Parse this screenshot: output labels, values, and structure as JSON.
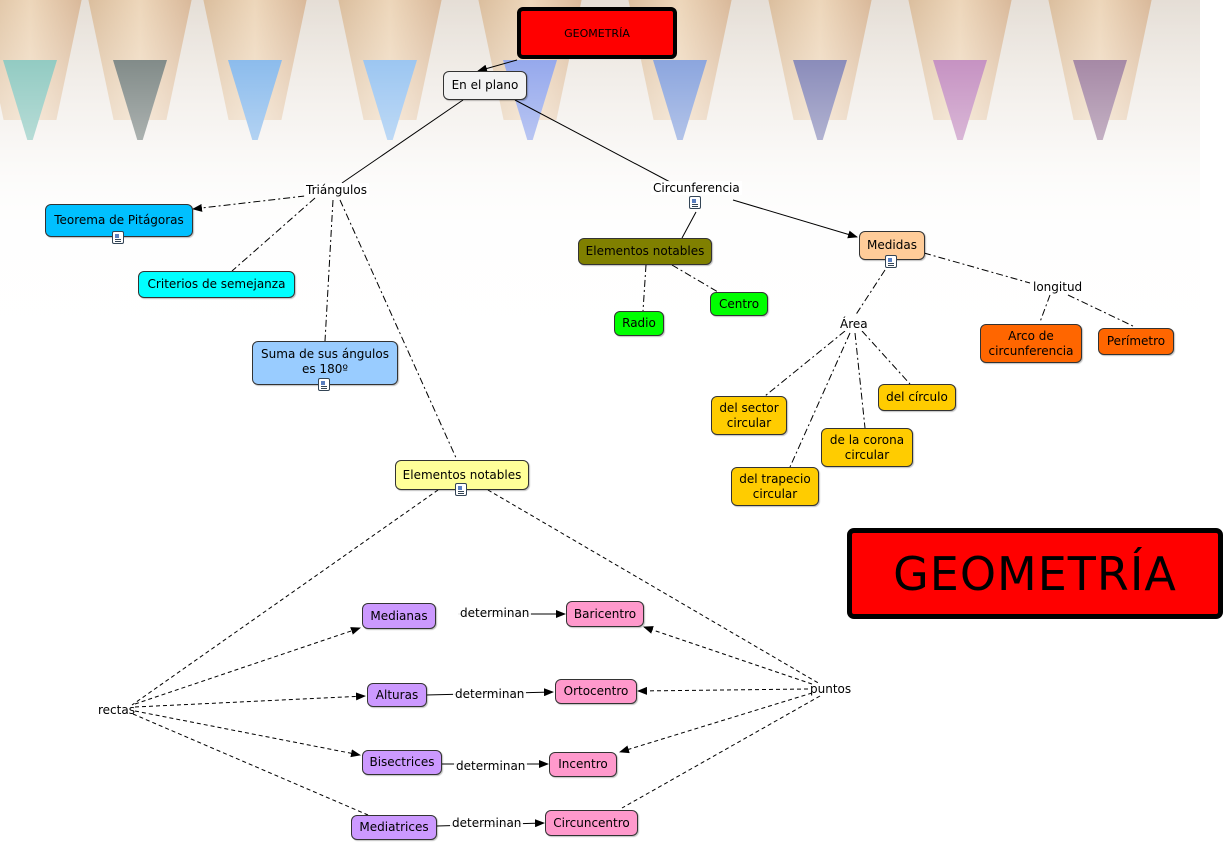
{
  "colors": {
    "title": "#ff0000",
    "root": "#f2f2f2",
    "pitagoras": "#00c0ff",
    "criterios": "#00ffff",
    "suma": "#99ccff",
    "elem_notables_tri": "#ffff99",
    "elem_notables_circ": "#808000",
    "radio_centro": "#00ff00",
    "medidas": "#ffcc99",
    "longitud_items": "#ff6600",
    "area_items": "#ffcc00",
    "rectas": "#cc99ff",
    "puntos": "#ff99cc"
  },
  "icons": {
    "resource": "document-resource-icon"
  },
  "title": "GEOMETRÍA",
  "big_title": "GEOMETRÍA",
  "nodes": {
    "en_el_plano": "En el plano",
    "triangulos": "Triángulos",
    "circunferencia": "Circunferencia",
    "pitagoras": "Teorema de Pitágoras",
    "criterios": "Criterios de semejanza",
    "suma_angulos": "Suma de sus ángulos es 180º",
    "elementos_notables_tri": "Elementos notables",
    "elementos_notables_circ": "Elementos notables",
    "radio": "Radio",
    "centro": "Centro",
    "medidas": "Medidas",
    "area": "Área",
    "longitud": "longitud",
    "arco": "Arco de circunferencia",
    "perimetro": "Perímetro",
    "sector": "del sector circular",
    "circulo": "del círculo",
    "corona": "de la corona circular",
    "trapecio": "del trapecio circular",
    "rectas": "rectas",
    "puntos": "puntos",
    "medianas": "Medianas",
    "alturas": "Alturas",
    "bisectrices": "Bisectrices",
    "mediatrices": "Mediatrices",
    "baricentro": "Baricentro",
    "ortocentro": "Ortocentro",
    "incentro": "Incentro",
    "circuncentro": "Circuncentro"
  },
  "link_labels": {
    "determinan_1": "determinan",
    "determinan_2": "determinan",
    "determinan_3": "determinan",
    "determinan_4": "determinan"
  }
}
